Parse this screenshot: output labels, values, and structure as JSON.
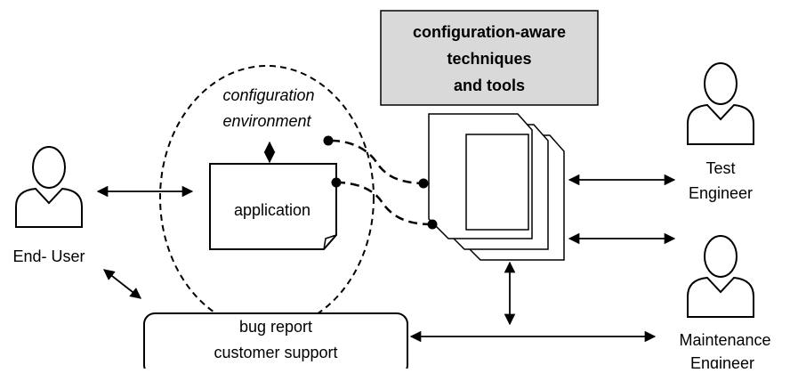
{
  "diagram": {
    "tools_box": {
      "lines": [
        "configuration-aware",
        "techniques",
        "and tools"
      ],
      "fill": "#d9d9d9"
    },
    "config_env": {
      "lines": [
        "configuration",
        "environment"
      ]
    },
    "application_label": "application",
    "end_user_label": "End- User",
    "test_engineer_label": [
      "Test",
      "Engineer"
    ],
    "maintenance_engineer_label": [
      "Maintenance",
      "Engineer"
    ],
    "bug_report_label": [
      "bug report",
      "customer support"
    ],
    "icons": [
      "person-icon",
      "document-icon",
      "document-stack-icon"
    ]
  }
}
